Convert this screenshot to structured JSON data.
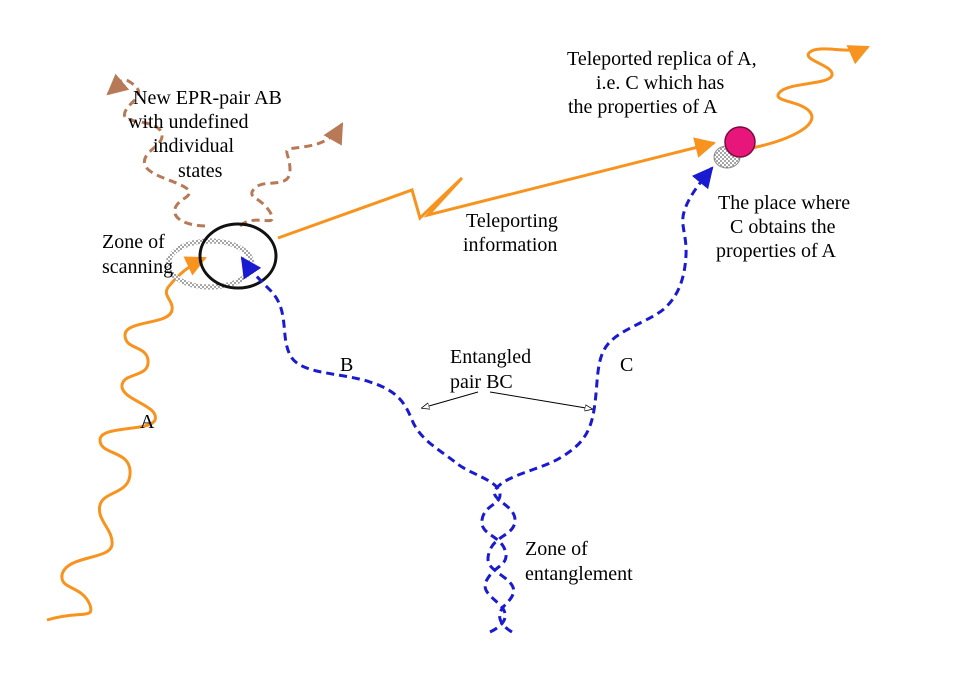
{
  "labels": {
    "new_pair": [
      "New EPR-pair AB",
      "with undefined",
      "individual",
      "states"
    ],
    "zone_scanning": [
      "Zone of",
      "scanning"
    ],
    "teleporting": [
      "Teleporting",
      "information"
    ],
    "replica": [
      "Teleported replica of  A,",
      "i.e. C which has",
      "the properties of A"
    ],
    "place": [
      "The place where",
      "C  obtains the",
      "properties of A"
    ],
    "entangled": [
      "Entangled",
      "pair BC"
    ],
    "zone_entanglement": [
      "Zone of",
      "entanglement"
    ],
    "a": "A",
    "b": "B",
    "c": "C"
  },
  "colors": {
    "orange": "#F7931E",
    "blue": "#1A1AD0",
    "brown": "#B87A56",
    "magenta": "#E8157A"
  }
}
